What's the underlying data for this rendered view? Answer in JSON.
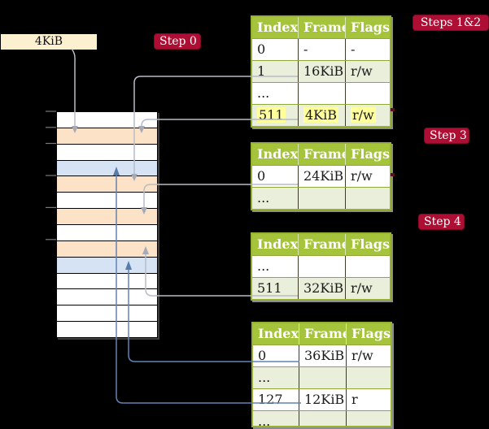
{
  "frame_size_label": "4KiB",
  "badges": {
    "step0": "Step 0",
    "steps12": "Steps 1&2",
    "step3": "Step 3",
    "step4": "Step 4"
  },
  "tables": [
    {
      "id": "page-table-1",
      "columns": [
        "Index",
        "Frame",
        "Flags"
      ],
      "rows": [
        {
          "cells": [
            "0",
            "-",
            "-"
          ]
        },
        {
          "cells": [
            "1",
            "16KiB",
            "r/w"
          ]
        },
        {
          "cells": [
            "...",
            "",
            ""
          ]
        },
        {
          "cells": [
            "511",
            "4KiB",
            "r/w"
          ],
          "highlighted": true
        }
      ]
    },
    {
      "id": "page-table-2",
      "columns": [
        "Index",
        "Frame",
        "Flags"
      ],
      "rows": [
        {
          "cells": [
            "0",
            "24KiB",
            "r/w"
          ]
        },
        {
          "cells": [
            "...",
            "",
            ""
          ]
        }
      ]
    },
    {
      "id": "page-table-3",
      "columns": [
        "Index",
        "Frame",
        "Flags"
      ],
      "rows": [
        {
          "cells": [
            "...",
            "",
            ""
          ]
        },
        {
          "cells": [
            "511",
            "32KiB",
            "r/w"
          ]
        }
      ]
    },
    {
      "id": "page-table-4",
      "columns": [
        "Index",
        "Frame",
        "Flags"
      ],
      "rows": [
        {
          "cells": [
            "0",
            "36KiB",
            "r/w"
          ]
        },
        {
          "cells": [
            "...",
            "",
            ""
          ]
        },
        {
          "cells": [
            "127",
            "12KiB",
            "r"
          ]
        },
        {
          "cells": [
            "...",
            "",
            ""
          ]
        }
      ]
    }
  ],
  "memory": {
    "rows": [
      "white",
      "orange",
      "white",
      "blue",
      "orange",
      "white",
      "orange",
      "white",
      "orange",
      "blue",
      "white",
      "white",
      "white",
      "white"
    ]
  },
  "colors": {
    "table_header_green": "#a5c43b",
    "table_row_alt_green": "#e9efda",
    "highlight_yellow": "#ffff9c",
    "badge_red": "#ae0e33",
    "frame_label_cream": "#fbf0d0",
    "memory_orange": "#fce3c7",
    "memory_blue": "#d6e3f5",
    "arrow_gray": "#b7bcc6",
    "arrow_blue": "#6282b4"
  }
}
